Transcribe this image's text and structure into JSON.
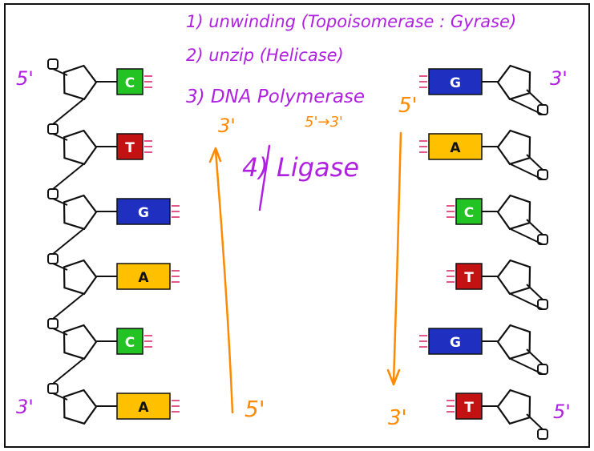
{
  "notes": {
    "step1": "1) unwinding (Topoisomerase : Gyrase)",
    "step2": "2) unzip (Helicase)",
    "step3": "3) DNA Polymerase",
    "step3_direction": "5'→3'",
    "step4": "4) Ligase"
  },
  "end_labels": {
    "left_top": "5'",
    "left_bottom": "3'",
    "right_top": "3'",
    "right_bottom": "5'",
    "mid_left_top": "3'",
    "mid_left_bottom": "5'",
    "mid_right_top": "5'",
    "mid_right_bottom": "3'"
  },
  "left_strand": {
    "bases": [
      "C",
      "T",
      "G",
      "A",
      "C",
      "A"
    ]
  },
  "right_strand": {
    "bases": [
      "G",
      "A",
      "C",
      "T",
      "G",
      "T"
    ]
  },
  "colors": {
    "A": "#ffc000",
    "C": "#22c322",
    "G": "#1f2fbf",
    "T": "#c31212",
    "annotation": "#b020e0",
    "arrow": "#ff8a00",
    "bond": "#dd2a6a"
  }
}
